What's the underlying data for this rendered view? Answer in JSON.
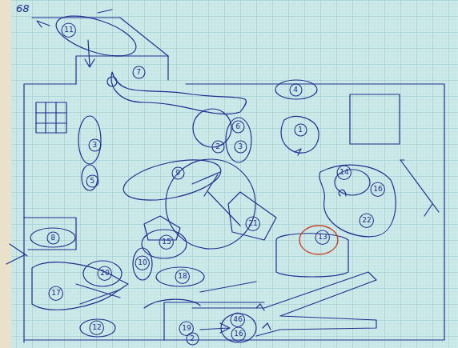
{
  "diagram": {
    "nodes": [
      {
        "text": [
          "11"
        ]
      },
      {
        "text": [
          "7"
        ]
      },
      {
        "text": [
          "4"
        ]
      },
      {
        "text": [
          "6"
        ]
      },
      {
        "text": [
          "1"
        ]
      },
      {
        "text": [
          "2"
        ]
      },
      {
        "text": [
          "3"
        ]
      },
      {
        "text": [
          "3"
        ]
      },
      {
        "text": [
          "9"
        ]
      },
      {
        "text": [
          "14"
        ]
      },
      {
        "text": [
          "5"
        ]
      },
      {
        "text": [
          "16"
        ]
      },
      {
        "text": [
          "22"
        ]
      },
      {
        "text": [
          "21"
        ]
      },
      {
        "text": [
          "8"
        ]
      },
      {
        "text": [
          "13"
        ]
      },
      {
        "text": [
          "15"
        ]
      },
      {
        "text": [
          "10"
        ]
      },
      {
        "text": [
          "20"
        ]
      },
      {
        "text": [
          "18"
        ]
      },
      {
        "text": [
          "17"
        ]
      },
      {
        "text": [
          "46"
        ]
      },
      {
        "text": [
          "12"
        ]
      },
      {
        "text": [
          "19"
        ]
      },
      {
        "text": [
          "16"
        ]
      },
      {
        "text": [
          "2"
        ]
      }
    ],
    "labels": [
      "68"
    ]
  }
}
